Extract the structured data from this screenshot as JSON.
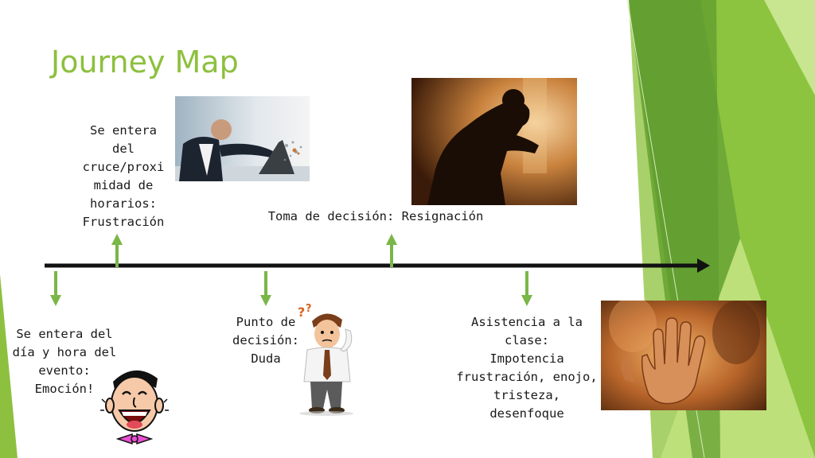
{
  "slide": {
    "title": "Journey Map"
  },
  "events": [
    {
      "id": "fecha-evento",
      "lines": [
        "Se entera del",
        "día y hora del",
        "evento:",
        "Emoción!"
      ]
    },
    {
      "id": "cruce-horarios",
      "lines": [
        "Se entera",
        "del",
        "cruce/proxi",
        "midad de",
        "horarios:",
        "Frustración"
      ]
    },
    {
      "id": "punto-decision",
      "lines": [
        "Punto de",
        "decisión:",
        "Duda"
      ]
    },
    {
      "id": "toma-decision",
      "lines": [
        "Toma de decisión: Resignación"
      ]
    },
    {
      "id": "asistencia",
      "lines": [
        "Asistencia a la",
        "clase:",
        "Impotencia",
        "frustración, enojo,",
        "tristeza,",
        "desenfoque"
      ]
    }
  ],
  "colors": {
    "accent": "#8dc03f",
    "arrow": "#7ab648",
    "timeline": "#111111"
  },
  "icons": [
    "laughing-face-icon",
    "confused-man-icon",
    "frustrated-laptop-photo",
    "resigned-person-photo",
    "stop-hand-photo"
  ]
}
